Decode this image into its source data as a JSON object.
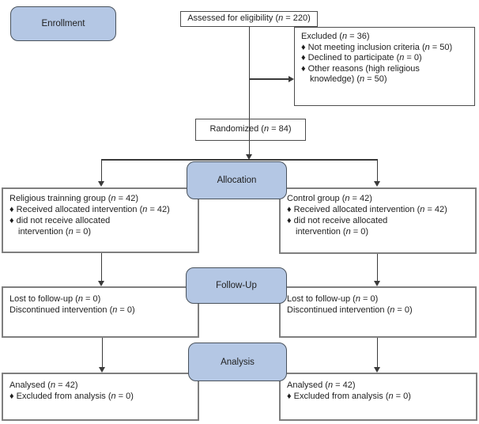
{
  "stages": {
    "enrollment": "Enrollment",
    "allocation": "Allocation",
    "followup": "Follow-Up",
    "analysis": "Analysis"
  },
  "boxes": {
    "assessed": "Assessed for eligibility (*n* = 220)",
    "excluded": {
      "lines": [
        "Excluded (*n* = 36)",
        "♦ Not meeting inclusion criteria (*n* = 50)",
        "♦ Declined to participate (*n* = 0)",
        "♦ Other reasons (high religious",
        "knowledge) (*n* = 50)"
      ]
    },
    "randomized": "Randomized (*n* = 84)",
    "allocation_left": {
      "lines": [
        "Religious trainning group (*n* = 42)",
        "♦ Received allocated intervention (*n* = 42)",
        "♦ did not receive allocated",
        "intervention (*n* = 0)"
      ]
    },
    "allocation_right": {
      "lines": [
        "Control group (*n* = 42)",
        "♦ Received allocated intervention (*n* = 42)",
        "♦ did not receive allocated",
        "intervention (*n* = 0)"
      ]
    },
    "followup_left": {
      "lines": [
        "Lost to follow-up (*n* = 0)",
        "Discontinued intervention (*n* = 0)"
      ]
    },
    "followup_right": {
      "lines": [
        "Lost to follow-up (*n* = 0)",
        "Discontinued intervention (*n* = 0)"
      ]
    },
    "analysis_left": {
      "lines": [
        "Analysed (*n* = 42)",
        "♦ Excluded from analysis (*n* = 0)"
      ]
    },
    "analysis_right": {
      "lines": [
        "Analysed (*n* = 42)",
        "♦ Excluded from analysis (*n* = 0)"
      ]
    }
  },
  "colors": {
    "stage_fill": "#b4c7e4",
    "stage_border": "#49525c",
    "box_border_dark": "#4d4d4d",
    "box_border_gray": "#7f7f7f",
    "line": "#3a3a3a"
  }
}
